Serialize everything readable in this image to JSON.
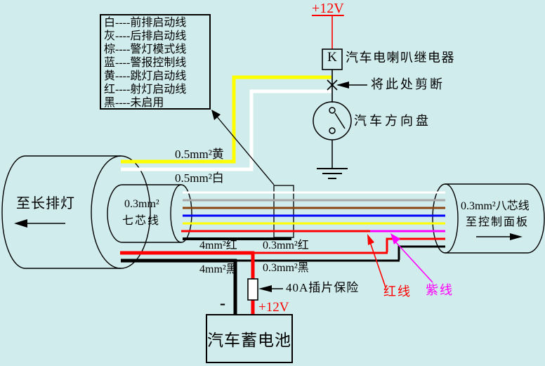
{
  "colors": {
    "background": "#d0ecec",
    "red": "#ff0000",
    "yellow": "#ffff00",
    "white": "#ffffff",
    "gray": "#a8a8a8",
    "brown": "#8b4513",
    "blue": "#0000ff",
    "magenta": "#ff00ff",
    "black": "#000000"
  },
  "legend": {
    "items": [
      "白----前排启动线",
      "灰----后排启动线",
      "棕----警灯模式线",
      "蓝----警报控制线",
      "黄----跳灯启动线",
      "红----射灯启动线",
      "黑----未启用"
    ]
  },
  "relay_circuit": {
    "power_label": "+12V",
    "relay_box_label": "K",
    "relay_name": "汽车电喇叭继电器",
    "cut_note": "将此处剪断",
    "steering_wheel_label": "汽车方向盘"
  },
  "left_cable": {
    "destination": "至长排灯",
    "spec_line1": "0.3mm²",
    "spec_line2": "七芯线",
    "yellow_wire_label": "0.5mm²黄",
    "white_wire_label": "0.5mm²白"
  },
  "right_cable": {
    "spec": "0.3mm²八芯线",
    "destination": "至控制面板"
  },
  "power_wiring": {
    "red_4mm_label": "4mm²红",
    "red_03mm_label": "0.3mm²红",
    "black_4mm_label": "4mm²黑",
    "black_03mm_label": "0.3mm²黑",
    "fuse_label": "40A插片保险",
    "battery_positive_label": "+12V",
    "battery_negative_label": "-",
    "battery_label": "汽车蓄电池",
    "red_wire_callout": "红线",
    "purple_wire_callout": "紫线"
  }
}
